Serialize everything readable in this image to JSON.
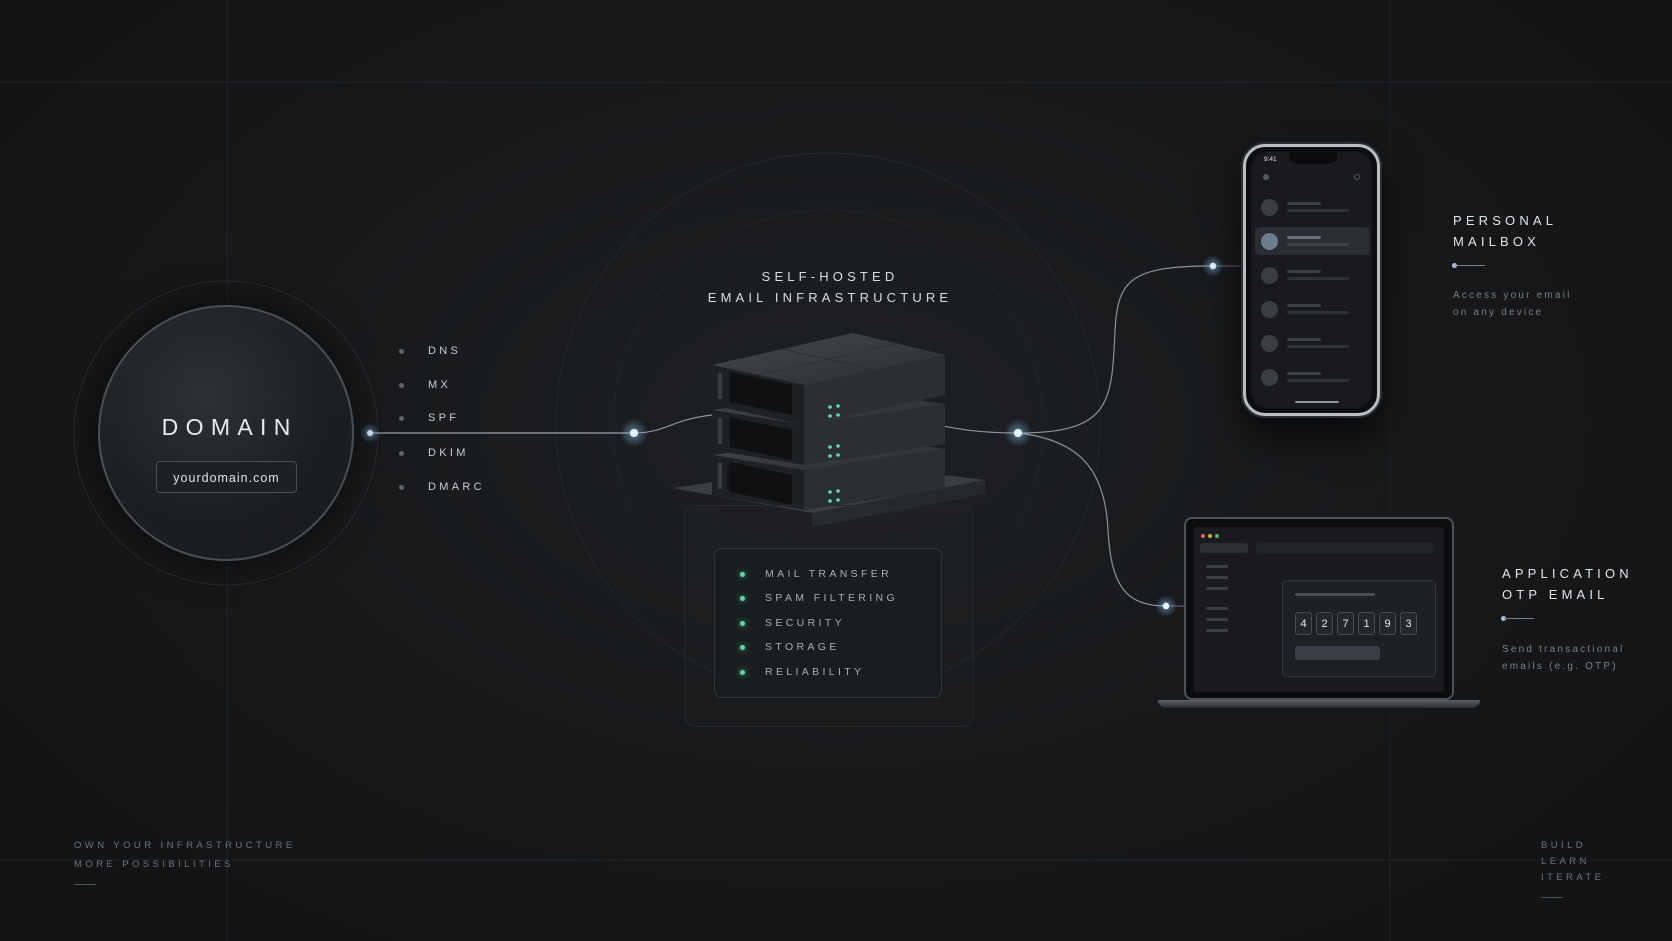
{
  "domain": {
    "title": "DOMAIN",
    "value": "yourdomain.com"
  },
  "dns_records": [
    "DNS",
    "MX",
    "SPF",
    "DKIM",
    "DMARC"
  ],
  "infrastructure": {
    "title_line1": "SELF-HOSTED",
    "title_line2": "EMAIL INFRASTRUCTURE",
    "features": [
      "MAIL TRANSFER",
      "SPAM FILTERING",
      "SECURITY",
      "STORAGE",
      "RELIABILITY"
    ]
  },
  "personal": {
    "title_line1": "PERSONAL",
    "title_line2": "MAILBOX",
    "desc_line1": "Access your email",
    "desc_line2": "on any device",
    "phone_time": "9:41"
  },
  "application": {
    "title_line1": "APPLICATION",
    "title_line2": "OTP EMAIL",
    "desc_line1": "Send transactional",
    "desc_line2": "emails (e.g. OTP)",
    "otp_digits": [
      "4",
      "2",
      "7",
      "1",
      "9",
      "3"
    ]
  },
  "footer_left": {
    "line1": "OWN YOUR INFRASTRUCTURE",
    "line2": "MORE POSSIBILITIES"
  },
  "footer_right": {
    "line1": "BUILD",
    "line2": "LEARN",
    "line3": "ITERATE"
  },
  "colors": {
    "accent_node": "#a9d4ff",
    "feature_dot": "#5fd6a7",
    "background": "#151719"
  }
}
